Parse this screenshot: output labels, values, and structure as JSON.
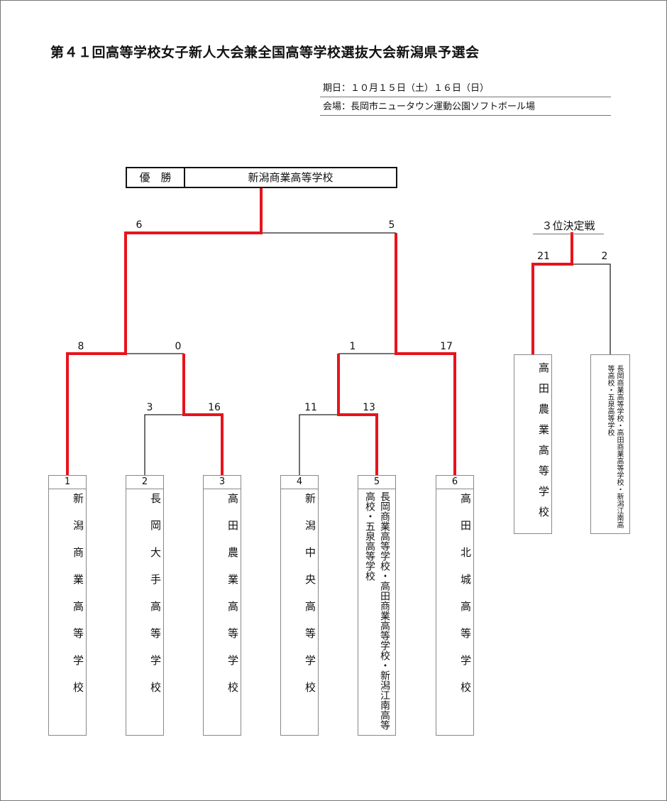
{
  "title": "第４１回高等学校女子新人大会兼全国高等学校選抜大会新潟県予選会",
  "date_line": "期日：１０月１５日（土）１６日（日）",
  "venue_line": "会場：長岡市ニュータウン運動公園ソフトボール場",
  "champion": {
    "label": "優　勝",
    "team": "新潟商業高等学校"
  },
  "teams": [
    {
      "seed": "1",
      "name": "新潟商業高等学校"
    },
    {
      "seed": "2",
      "name": "長岡大手高等学校"
    },
    {
      "seed": "3",
      "name": "高田農業高等学校"
    },
    {
      "seed": "4",
      "name": "新潟中央高等学校"
    },
    {
      "seed": "5",
      "name": "長岡商業高等学校・高田商業高等学校・新潟江南高等高校・五泉高等学校"
    },
    {
      "seed": "6",
      "name": "高田北城高等学校"
    }
  ],
  "scores": {
    "r1_2v3": [
      "3",
      "16"
    ],
    "r1_4v5": [
      "11",
      "13"
    ],
    "sf_1v3": [
      "8",
      "0"
    ],
    "sf_5v6": [
      "1",
      "17"
    ],
    "final": [
      "6",
      "5"
    ]
  },
  "third_place": {
    "label": "３位決定戦",
    "scores": [
      "21",
      "2"
    ],
    "teams": [
      "高田農業高等学校",
      "長岡商業高等学校・高田商業高等学校・新潟江南高等高校・五泉高等学校"
    ]
  },
  "colors": {
    "winner_line": "#e8131b",
    "loser_line": "#222222"
  }
}
